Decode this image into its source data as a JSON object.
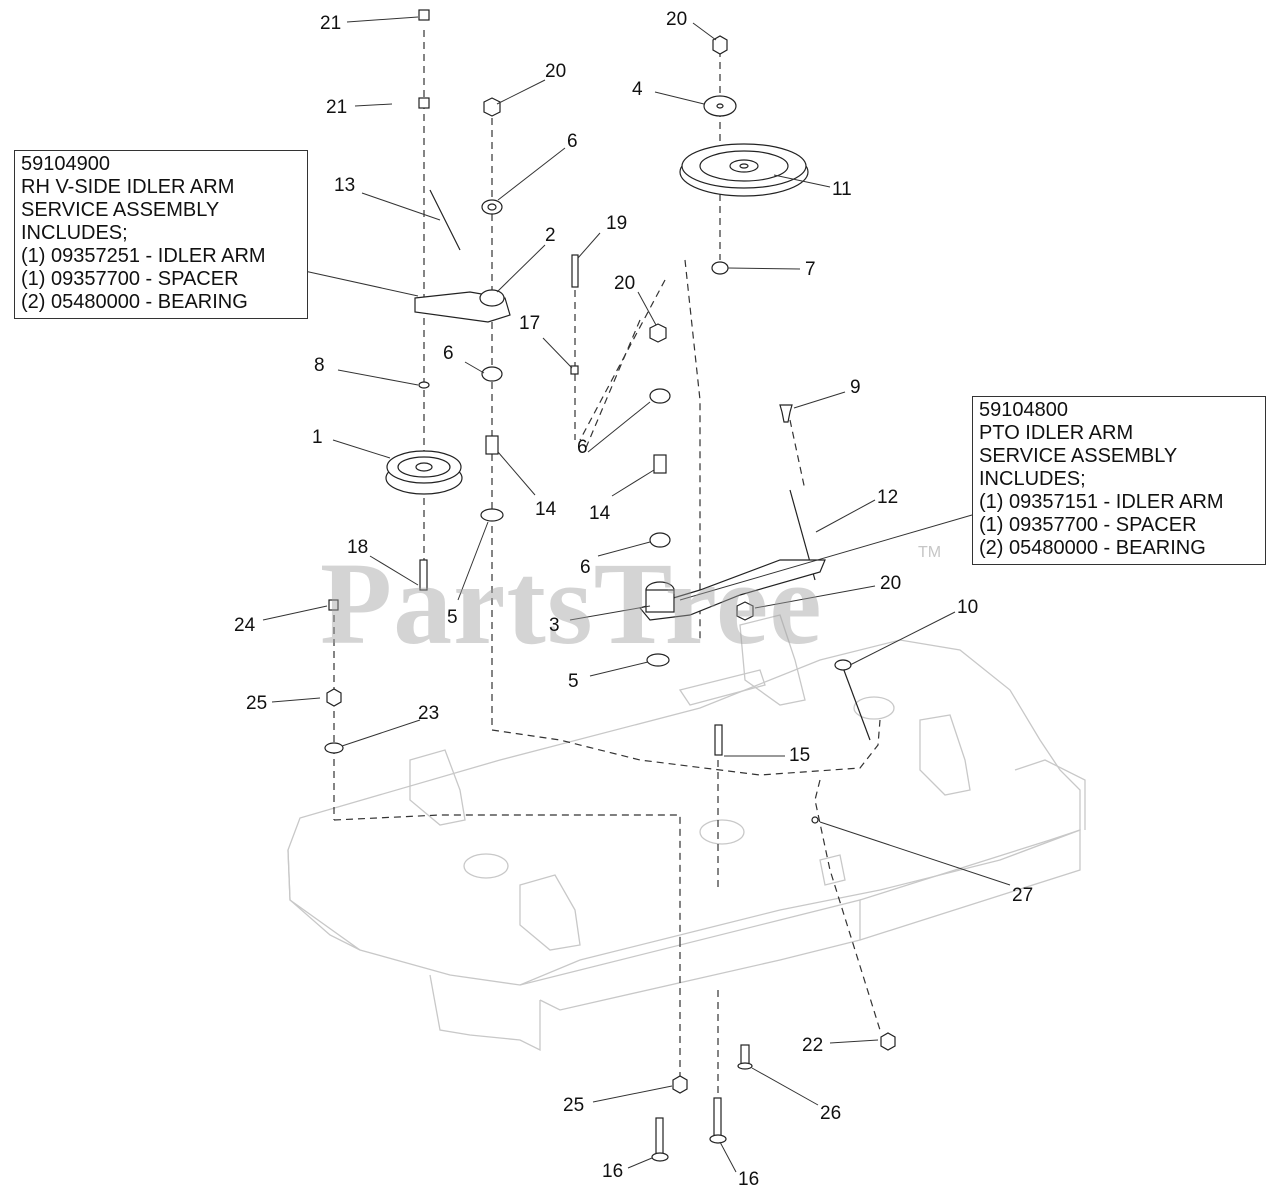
{
  "watermark": {
    "text": "PartsTree",
    "mark": "TM"
  },
  "info_boxes": [
    {
      "id": "rh",
      "lines": [
        "59104900",
        "RH V-SIDE IDLER ARM",
        "SERVICE ASSEMBLY",
        "INCLUDES;",
        "(1) 09357251 - IDLER ARM",
        "(1) 09357700 - SPACER",
        "(2) 05480000 - BEARING"
      ]
    },
    {
      "id": "pto",
      "lines": [
        "59104800",
        "PTO IDLER ARM",
        "SERVICE ASSEMBLY",
        "INCLUDES;",
        "(1) 09357151 - IDLER ARM",
        "(1) 09357700 - SPACER",
        "(2) 05480000 - BEARING"
      ]
    }
  ],
  "callouts": [
    "21",
    "21",
    "20",
    "20",
    "4",
    "6",
    "11",
    "13",
    "2",
    "19",
    "7",
    "20",
    "17",
    "8",
    "6",
    "9",
    "1",
    "6",
    "14",
    "14",
    "12",
    "6",
    "20",
    "18",
    "10",
    "3",
    "24",
    "5",
    "5",
    "25",
    "23",
    "15",
    "27",
    "22",
    "25",
    "26",
    "16",
    "16"
  ]
}
